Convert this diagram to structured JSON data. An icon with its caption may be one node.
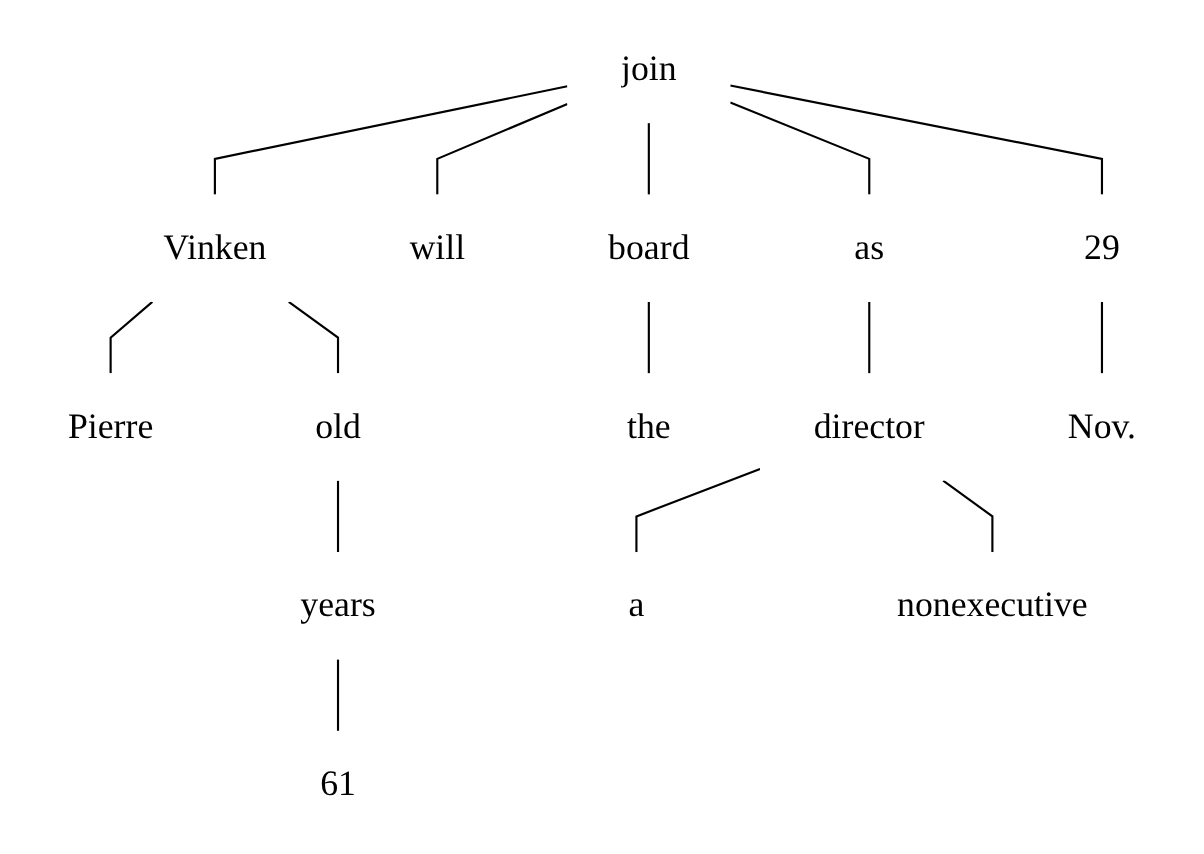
{
  "diagram": {
    "nodes": [
      {
        "text": [
          "join"
        ]
      },
      {
        "text": [
          "Vinken"
        ]
      },
      {
        "text": [
          "will"
        ]
      },
      {
        "text": [
          "board"
        ]
      },
      {
        "text": [
          "as"
        ]
      },
      {
        "text": [
          "29"
        ]
      },
      {
        "text": [
          "Pierre"
        ]
      },
      {
        "text": [
          "old"
        ]
      },
      {
        "text": [
          "the"
        ]
      },
      {
        "text": [
          "director"
        ]
      },
      {
        "text": [
          "Nov."
        ]
      },
      {
        "text": [
          "years"
        ]
      },
      {
        "text": [
          "a"
        ]
      },
      {
        "text": [
          "nonexecutive"
        ]
      },
      {
        "text": [
          "61"
        ]
      }
    ],
    "edges": [
      {
        "from": 0,
        "to": 1,
        "arrow": "none"
      },
      {
        "from": 0,
        "to": 2,
        "arrow": "none"
      },
      {
        "from": 0,
        "to": 3,
        "arrow": "none"
      },
      {
        "from": 0,
        "to": 4,
        "arrow": "none"
      },
      {
        "from": 0,
        "to": 5,
        "arrow": "none"
      },
      {
        "from": 1,
        "to": 6,
        "arrow": "none"
      },
      {
        "from": 1,
        "to": 7,
        "arrow": "none"
      },
      {
        "from": 3,
        "to": 8,
        "arrow": "none"
      },
      {
        "from": 4,
        "to": 9,
        "arrow": "none"
      },
      {
        "from": 5,
        "to": 10,
        "arrow": "none"
      },
      {
        "from": 7,
        "to": 11,
        "arrow": "none"
      },
      {
        "from": 9,
        "to": 12,
        "arrow": "none"
      },
      {
        "from": 9,
        "to": 13,
        "arrow": "none"
      },
      {
        "from": 11,
        "to": 14,
        "arrow": "none"
      }
    ]
  }
}
